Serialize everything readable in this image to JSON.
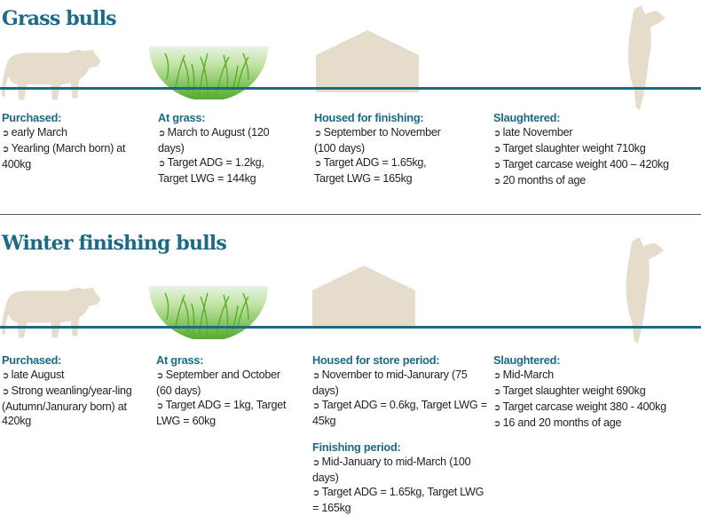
{
  "colors": {
    "accent": "#1b6a86",
    "silhouette": "#e6dccb",
    "grass": "#6fbf3a"
  },
  "sections": [
    {
      "title": "Grass bulls",
      "stages": [
        {
          "heading": "Purchased:",
          "items": [
            "early March",
            "Yearling (March born) at 400kg"
          ]
        },
        {
          "heading": "At grass:",
          "items": [
            "March to August (120 days)",
            "Target ADG = 1.2kg, Target LWG = 144kg"
          ]
        },
        {
          "heading": "Housed for finishing:",
          "items": [
            "September to November (100 days)",
            "Target ADG = 1.65kg, Target LWG = 165kg"
          ]
        },
        {
          "heading": "Slaughtered:",
          "items": [
            "late November",
            "Target slaughter weight 710kg",
            "Target carcase weight 400 – 420kg",
            "20 months of age"
          ]
        }
      ]
    },
    {
      "title": "Winter finishing bulls",
      "stages": [
        {
          "heading": "Purchased:",
          "items": [
            "late August",
            "Strong weanling/year-ling (Autumn/Janurary born) at 420kg"
          ]
        },
        {
          "heading": "At grass:",
          "items": [
            "September and October (60 days)",
            "Target ADG = 1kg, Target LWG = 60kg"
          ]
        },
        {
          "heading": "Housed for store period:",
          "items": [
            "November to mid-Janurary (75 days)",
            "Target ADG = 0.6kg, Target LWG = 45kg"
          ],
          "sub": {
            "heading": "Finishing period:",
            "items": [
              "Mid-January to mid-March (100 days)",
              "Target ADG = 1.65kg, Target LWG = 165kg"
            ]
          }
        },
        {
          "heading": "Slaughtered:",
          "items": [
            "Mid-March",
            "Target slaughter weight 690kg",
            "Target carcase weight 380 - 400kg",
            "16 and 20 months of age"
          ]
        }
      ]
    }
  ]
}
